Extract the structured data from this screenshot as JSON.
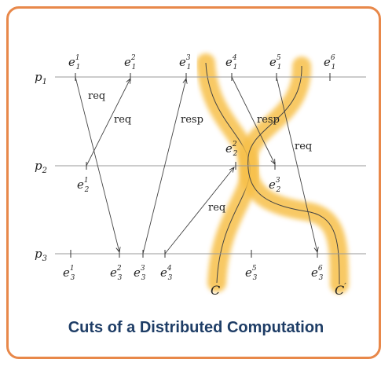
{
  "caption": "Cuts of a Distributed Computation",
  "processes": [
    {
      "label": "p",
      "sub": "1"
    },
    {
      "label": "p",
      "sub": "2"
    },
    {
      "label": "p",
      "sub": "3"
    }
  ],
  "events": [
    {
      "label": "e",
      "sup": "1",
      "sub": "1"
    },
    {
      "label": "e",
      "sup": "2",
      "sub": "1"
    },
    {
      "label": "e",
      "sup": "3",
      "sub": "1"
    },
    {
      "label": "e",
      "sup": "4",
      "sub": "1"
    },
    {
      "label": "e",
      "sup": "5",
      "sub": "1"
    },
    {
      "label": "e",
      "sup": "6",
      "sub": "1"
    },
    {
      "label": "e",
      "sup": "1",
      "sub": "2"
    },
    {
      "label": "e",
      "sup": "2",
      "sub": "2"
    },
    {
      "label": "e",
      "sup": "3",
      "sub": "2"
    },
    {
      "label": "e",
      "sup": "1",
      "sub": "3"
    },
    {
      "label": "e",
      "sup": "2",
      "sub": "3"
    },
    {
      "label": "e",
      "sup": "3",
      "sub": "3"
    },
    {
      "label": "e",
      "sup": "4",
      "sub": "3"
    },
    {
      "label": "e",
      "sup": "5",
      "sub": "3"
    },
    {
      "label": "e",
      "sup": "6",
      "sub": "3"
    }
  ],
  "messages": [
    "req",
    "req",
    "resp",
    "resp",
    "req",
    "req"
  ],
  "cuts": [
    {
      "label": "C",
      "prime": ""
    },
    {
      "label": "C",
      "prime": "′"
    }
  ],
  "colors": {
    "cut_highlight": "#f7c04a",
    "frame": "#e8884a",
    "caption": "#1e3d66"
  }
}
